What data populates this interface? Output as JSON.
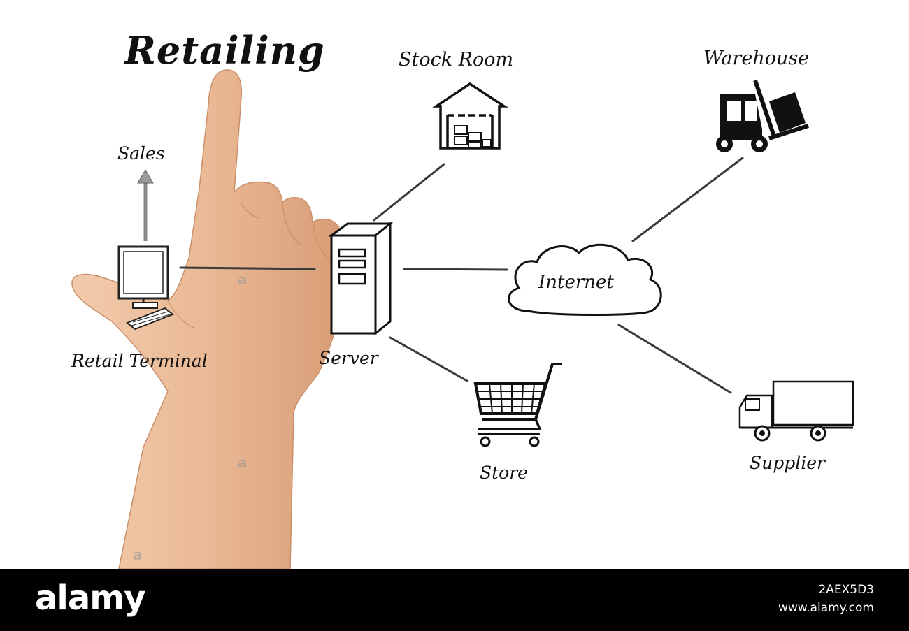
{
  "title": "Retailing",
  "nodes": {
    "stock_room": "Stock Room",
    "warehouse": "Warehouse",
    "sales": "Sales",
    "internet": "Internet",
    "retail_terminal": "Retail Terminal",
    "server": "Server",
    "store": "Store",
    "supplier": "Supplier"
  },
  "footer": {
    "brand": "alamy",
    "image_id": "2AEX5D3",
    "site": "www.alamy.com"
  },
  "colors": {
    "line": "#3a3a3a",
    "ink": "#111111",
    "skin": "#eab995",
    "footer_bg": "#000000"
  },
  "icons": [
    "stock-room-icon",
    "forklift-icon",
    "arrow-up-icon",
    "computer-terminal-icon",
    "server-icon",
    "cloud-icon",
    "shopping-cart-icon",
    "delivery-truck-icon",
    "hand"
  ]
}
